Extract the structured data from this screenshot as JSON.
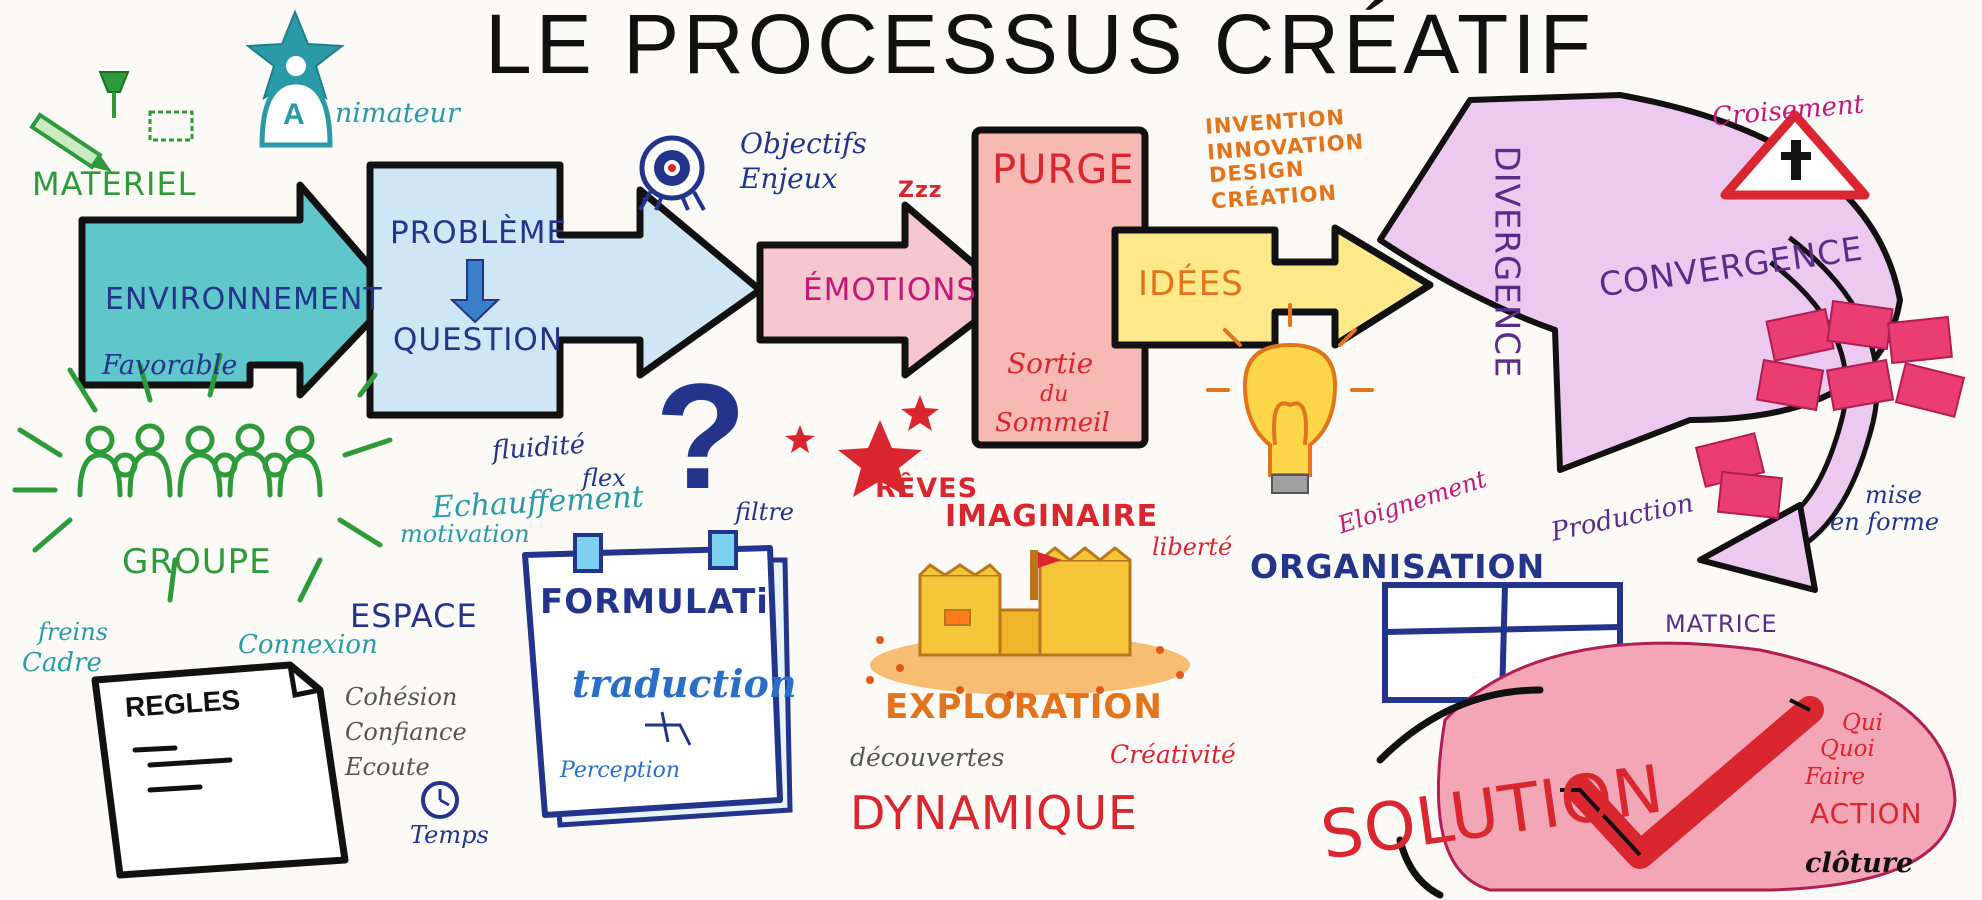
{
  "title": "LE PROCESSUS CRÉATIF",
  "colors": {
    "teal": "#2a9aa8",
    "navy": "#23348a",
    "green": "#2f9a3a",
    "red": "#d9262f",
    "orange": "#e2741c",
    "purple": "#5a2c8a",
    "magenta": "#c2187a",
    "pink": "#f3a6b6",
    "lilac": "#e7c4ea",
    "yellow": "#fde98a",
    "skyblue": "#cfe6f4"
  },
  "top_left": {
    "animateur": "nimateur",
    "animateur_initial": "A",
    "materiel": "MATERIEL"
  },
  "flow": {
    "environnement": "ENVIRONNEMENT",
    "favorable": "Favorable",
    "probleme": "PROBLÈME",
    "question": "QUESTION",
    "objectifs": "Objectifs",
    "enjeux": "Enjeux",
    "zzz": "Zzz",
    "emotions": "ÉMOTIONS",
    "purge": "PURGE",
    "sortie": "Sortie",
    "du": "du",
    "sommeil": "Sommeil",
    "idees": "IDÉES",
    "invention": "INVENTION",
    "innovation": "INNOVATION",
    "design": "DESIGN",
    "creation": "CRÉATION",
    "divergence": "DIVERGENCE",
    "convergence": "CONVERGENCE",
    "croisement": "Croisement"
  },
  "group_area": {
    "groupe": "GROUPE",
    "espace": "ESPACE",
    "freins": "freins",
    "cadre": "Cadre",
    "connexion": "Connexion",
    "fluidite": "fluidité",
    "flex": "flex",
    "echauffement": "Echauffement",
    "motivation": "motivation",
    "filtre": "filtre",
    "regles": "REGLES",
    "cohesion": "Cohésion",
    "confiance": "Confiance",
    "ecoute": "Ecoute",
    "temps": "Temps"
  },
  "formulation": {
    "formulati": "FORMULATi",
    "traduction": "traduction",
    "perception": "Perception"
  },
  "imaginaire": {
    "reves": "RÊVES",
    "imaginaire": "IMAGINAIRE",
    "liberte": "liberté",
    "exploration": "EXPLORATION",
    "decouvertes": "découvertes",
    "creativite": "Créativité",
    "dynamique": "DYNAMIQUE"
  },
  "right_area": {
    "eloignement": "Eloignement",
    "organisation": "ORGANISATION",
    "production": "Production",
    "mise": "mise",
    "en_forme": "en forme",
    "matrice": "MATRICE",
    "solution": "SOLUTION",
    "qui": "Qui",
    "quoi": "Quoi",
    "faire": "Faire",
    "action": "ACTION",
    "cloture": "clôture"
  }
}
